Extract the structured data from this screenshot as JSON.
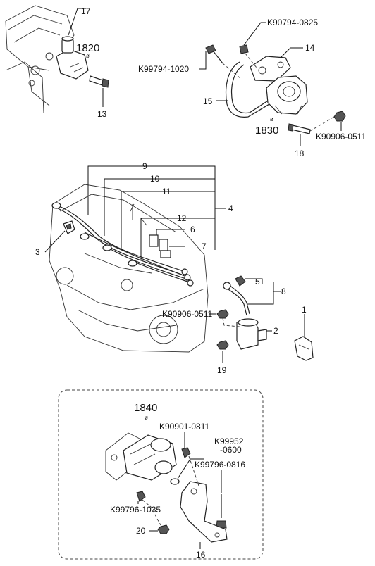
{
  "groups": {
    "g1820": "1820",
    "g1830": "1830",
    "g1840": "1840"
  },
  "callouts": {
    "c17": "17",
    "c13": "13",
    "c14": "14",
    "c15": "15",
    "c18": "18",
    "k1": "K90794-0825",
    "k2": "K99794-1020",
    "k3": "K90906-0511",
    "c9": "9",
    "c10": "10",
    "c11": "11",
    "c12": "12",
    "c4": "4",
    "c6": "6",
    "c7": "7",
    "c3": "3",
    "c5": "5",
    "c8": "8",
    "c1": "1",
    "c2": "2",
    "c19": "19",
    "k4": "K90906-0511",
    "k5": "K90901-0811",
    "k6": "K99952",
    "k6b": "-0600",
    "k7": "K99796-0816",
    "k8": "K99796-1035",
    "c20": "20",
    "c16": "16"
  }
}
